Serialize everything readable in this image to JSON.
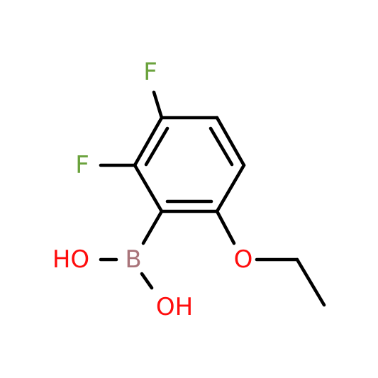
{
  "molecule": {
    "atoms": {
      "f_top": {
        "text": "F",
        "color": "#6aa23c"
      },
      "f_left": {
        "text": "F",
        "color": "#6aa23c"
      },
      "boron": {
        "text": "B",
        "color": "#a9747a"
      },
      "ho": {
        "text": "HO",
        "color": "#ff0d0d"
      },
      "oh": {
        "text": "OH",
        "color": "#ff0d0d"
      },
      "o_ether": {
        "text": "O",
        "color": "#ff0d0d"
      }
    },
    "bond_color": "#000000"
  }
}
